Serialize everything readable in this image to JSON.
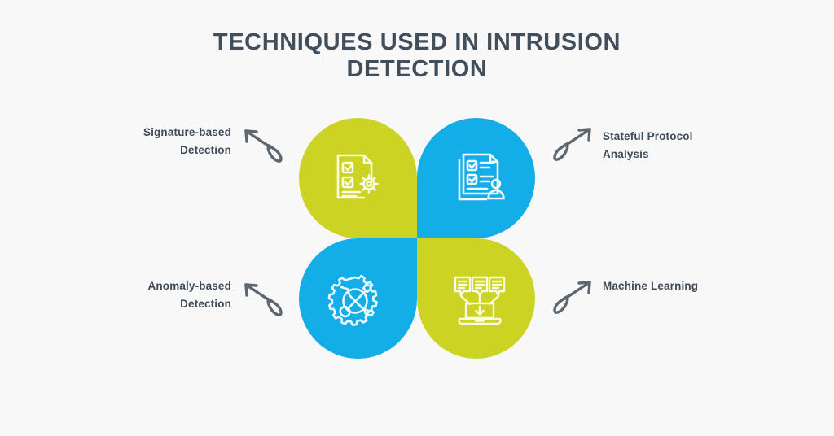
{
  "page": {
    "title_line1": "TECHNIQUES USED IN INTRUSION",
    "title_line2": "DETECTION",
    "title_full": "TECHNIQUES USED IN INTRUSION DETECTION"
  },
  "colors": {
    "background": "#F9F8F9",
    "title_text": "#414E5C",
    "label_text": "#3F4B58",
    "accent_lime": "#CCD322",
    "accent_blue": "#13ADE7",
    "arrow_stroke": "#5E6670",
    "icon_stroke": "#FFFFFF"
  },
  "techniques": [
    {
      "id": "signature-based-detection",
      "label_line1": "Signature-based",
      "label_line2": "Detection",
      "side": "left",
      "position": "top-left",
      "color": "#CCD322",
      "icon": "document-checklist-gear-icon",
      "arrow": "curved-arrow-up-left-icon"
    },
    {
      "id": "stateful-protocol-analysis",
      "label_line1": "Stateful Protocol",
      "label_line2": "Analysis",
      "side": "right",
      "position": "top-right",
      "color": "#13ADE7",
      "icon": "checklist-document-person-icon",
      "arrow": "curved-arrow-up-right-icon"
    },
    {
      "id": "anomaly-based-detection",
      "label_line1": "Anomaly-based",
      "label_line2": "Detection",
      "side": "left",
      "position": "bottom-left",
      "color": "#13ADE7",
      "icon": "gear-wrench-screwdriver-icon",
      "arrow": "curved-arrow-up-left-icon"
    },
    {
      "id": "machine-learning",
      "label_line1": "Machine Learning",
      "label_line2": "",
      "side": "right",
      "position": "bottom-right",
      "color": "#CCD322",
      "icon": "data-cards-laptop-download-icon",
      "arrow": "curved-arrow-up-right-icon"
    }
  ]
}
